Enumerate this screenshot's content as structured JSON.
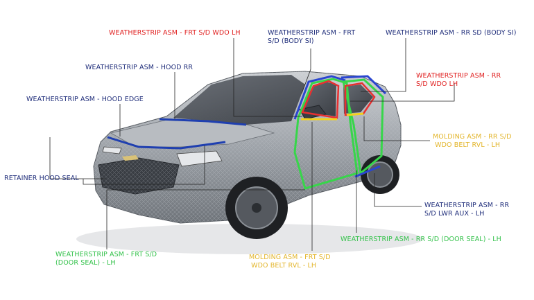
{
  "colors": {
    "leader_line": "#222222",
    "navy_label": "#1f2d7a",
    "red_label": "#e02020",
    "yellow_label": "#e3b52a",
    "green_label": "#33c24a",
    "hood_seal": "#1f3fb0",
    "door_seal": "#37d64a",
    "glass_seal": "#e83030",
    "belt_molding": "#f2d21e",
    "body_side": "#2a46d0"
  },
  "labels": {
    "frt_wdo": "WEATHERSTRIP ASM - FRT S/D WDO LH",
    "frt_body_si": "WEATHERSTRIP ASM - FRT\nS/D (BODY SI)",
    "rr_sd_body_si": "WEATHERSTRIP ASM - RR SD (BODY SI)",
    "hood_rr": "WEATHERSTRIP ASM - HOOD RR",
    "rr_wdo": "WEATHERSTRIP ASM - RR\nS/D WDO LH",
    "hood_edge": "WEATHERSTRIP ASM - HOOD EDGE",
    "rr_belt": "MOLDING ASM - RR S/D\n WDO BELT RVL - LH",
    "retainer": "RETAINER HOOD SEAL",
    "rr_lwr_aux": "WEATHERSTRIP ASM - RR\nS/D LWR AUX - LH",
    "rr_door_seal": "WEATHERSTRIP ASM - RR S/D (DOOR SEAL) - LH",
    "frt_door_seal": "WEATHERSTRIP ASM - FRT S/D\n(DOOR SEAL) - LH",
    "frt_belt": "MOLDING ASM - FRT S/D\n WDO BELT RVL - LH"
  }
}
